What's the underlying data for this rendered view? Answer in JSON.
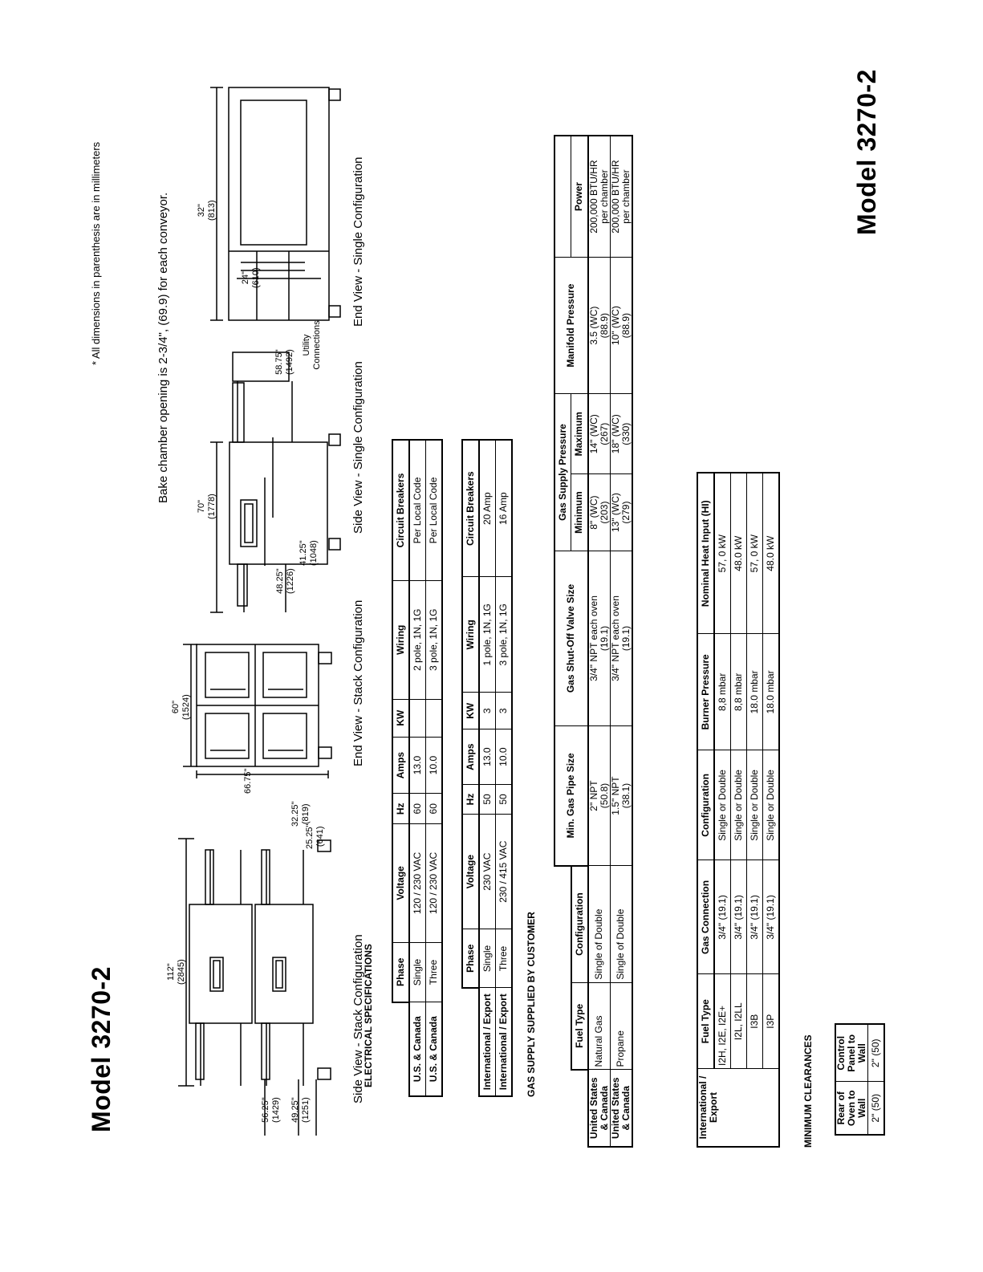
{
  "header": {
    "title_left": "Model 3270-2",
    "title_right": "Model 3270-2",
    "note_dimensions": "* All dimensions in parenthesis are in millimeters",
    "note_bake": "Bake chamber opening is 2-3/4\", (69.9) for each conveyor."
  },
  "drawings": {
    "side_stack": {
      "caption": "Side View - Stack Configuration",
      "length": "112\"",
      "length_mm": "(2845)",
      "h_top": "56.25\"",
      "h_top_mm": "(1429)",
      "h_bottom": "49.25\"",
      "h_bottom_mm": "(1251)"
    },
    "end_stack": {
      "caption": "End View - Stack Configuration",
      "width": "60\"",
      "width_mm": "(1524)",
      "height": "66.75\"",
      "h_mid": "32.25\"",
      "h_mid_mm": "(819)",
      "h_low": "25.25\"",
      "h_low_mm": "(641)"
    },
    "side_single": {
      "caption": "Side View - Single Configuration",
      "length": "70\"",
      "length_mm": "(1778)",
      "h_a": "48.25\"",
      "h_a_mm": "(1226)",
      "h_b": "41.25\"",
      "h_b_mm": "(1048)",
      "h_c": "58.75\"",
      "h_c_mm": "(1492)",
      "utility": "Utility Connections"
    },
    "end_single": {
      "caption": "End View - Single Configuration",
      "width": "32\"",
      "width_mm": "(813)",
      "depth": "24\"",
      "depth_mm": "(610)"
    }
  },
  "electrical": {
    "heading": "ELECTRICAL SPECIFICATIONS",
    "headers": [
      "Phase",
      "Voltage",
      "Hz",
      "Amps",
      "KW",
      "Wiring",
      "Circuit Breakers"
    ],
    "rows_us": [
      [
        "U.S. & Canada",
        "Single",
        "120 / 230 VAC",
        "60",
        "13.0",
        "",
        "2 pole, 1N, 1G",
        "Per Local Code"
      ],
      [
        "U.S. & Canada",
        "Three",
        "120 / 230 VAC",
        "60",
        "10.0",
        "",
        "3 pole, 1N, 1G",
        "Per Local Code"
      ]
    ],
    "rows_intl": [
      [
        "International / Export",
        "Single",
        "230 VAC",
        "50",
        "13.0",
        "3",
        "1 pole, 1N, 1G",
        "20 Amp"
      ],
      [
        "International / Export",
        "Three",
        "230 / 415 VAC",
        "50",
        "10.0",
        "3",
        "3 pole, 1N, 1G",
        "16 Amp"
      ]
    ]
  },
  "gas": {
    "heading": "GAS SUPPLY SUPPLIED BY CUSTOMER",
    "h_fuel": "Fuel Type",
    "h_config": "Configuration",
    "h_pipe": "Min. Gas Pipe Size",
    "h_valve": "Gas Shut-Off Valve Size",
    "h_supply": "Gas Supply Pressure",
    "h_min": "Minimum",
    "h_max": "Maximum",
    "h_manifold": "Manifold Pressure",
    "h_power": "Power",
    "rows": [
      {
        "region": "United States & Canada",
        "fuel": "Natural Gas",
        "config": "Single of Double",
        "pipe": "2\" NPT",
        "pipe_mm": "(50.8)",
        "valve": "3/4\" NPT each oven",
        "valve_mm": "(19.1)",
        "min": "8\" (WC)",
        "min_mm": "(203)",
        "max": "14\" (WC)",
        "max_mm": "(267)",
        "manifold": "3.5 (WC)",
        "manifold_mm": "(88.9)",
        "power": "200,000 BTU/HR",
        "power2": "per chamber"
      },
      {
        "region": "United States & Canada",
        "fuel": "Propane",
        "config": "Single of Double",
        "pipe": "1.5\" NPT",
        "pipe_mm": "(38.1)",
        "valve": "3/4\" NPT each oven",
        "valve_mm": "(19.1)",
        "min": "13\" (WC)",
        "min_mm": "(279)",
        "max": "18\" (WC)",
        "max_mm": "(330)",
        "manifold": "10\" (WC)",
        "manifold_mm": "(88.9)",
        "power": "200,000 BTU/HR",
        "power2": "per chamber"
      }
    ]
  },
  "intl_gas": {
    "h_region": "International / Export",
    "h_fuel": "Fuel Type",
    "h_conn": "Gas Connection",
    "h_config": "Configuration",
    "h_burner": "Burner Pressure",
    "h_heat": "Nominal Heat Input (HI)",
    "rows": [
      [
        "I2H, I2E, I2E+",
        "3/4\" (19.1)",
        "Single or Double",
        "8,8 mbar",
        "57, 0 kW"
      ],
      [
        "I2L, I2LL",
        "3/4\" (19.1)",
        "Single or Double",
        "8,8 mbar",
        "48.0 kW"
      ],
      [
        "I3B",
        "3/4\" (19.1)",
        "Single or Double",
        "18.0 mbar",
        "57, 0 kW"
      ],
      [
        "I3P",
        "3/4\" (19.1)",
        "Single or Double",
        "18.0 mbar",
        "48.0 kW"
      ]
    ]
  },
  "clearances": {
    "heading": "MINIMUM CLEARANCES",
    "h_rear": "Rear of Oven to Wall",
    "h_panel": "Control Panel to Wall",
    "rear": "2\" (50)",
    "panel": "2\" (50)"
  }
}
